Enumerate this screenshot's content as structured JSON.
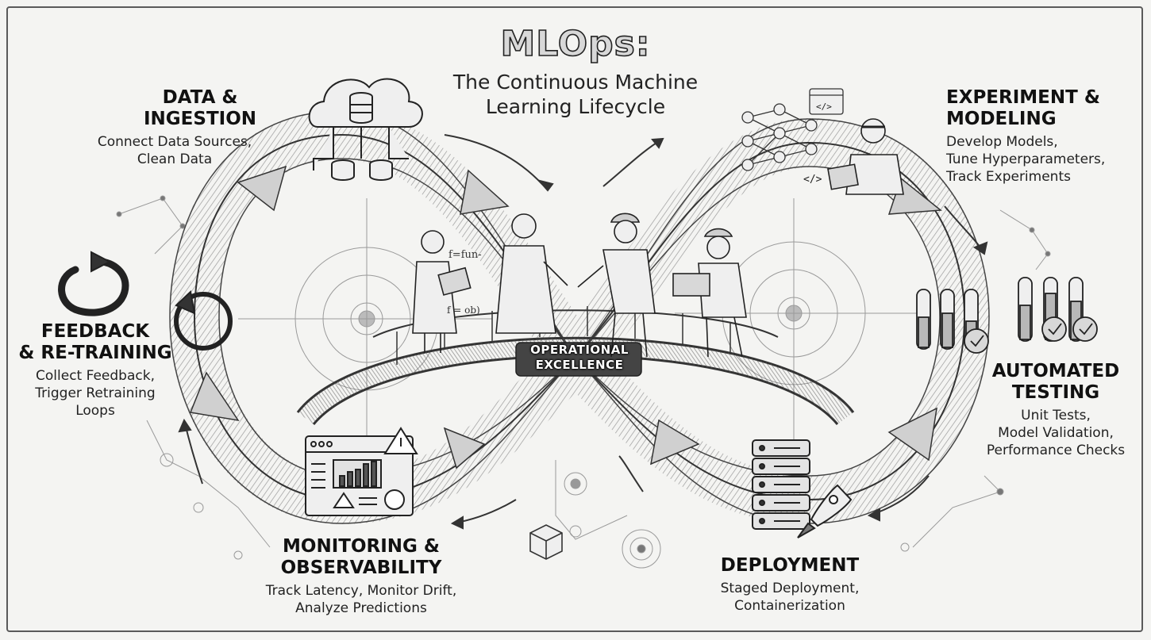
{
  "title": {
    "main": "MLOps:",
    "subtitle_line1": "The Continuous Machine",
    "subtitle_line2": "Learning Lifecycle"
  },
  "center_label": {
    "line1": "OPERATIONAL",
    "line2": "EXCELLENCE"
  },
  "stages": {
    "data_ingestion": {
      "title_line1": "DATA &",
      "title_line2": "INGESTION",
      "desc_line1": "Connect Data Sources,",
      "desc_line2": "Clean Data",
      "icon": "cloud-database-icon"
    },
    "experiment_modeling": {
      "title_line1": "EXPERIMENT &",
      "title_line2": "MODELING",
      "desc_line1": "Develop Models,",
      "desc_line2": "Tune Hyperparameters,",
      "desc_line3": "Track Experiments",
      "icon": "neural-network-icon"
    },
    "automated_testing": {
      "title_line1": "AUTOMATED",
      "title_line2": "TESTING",
      "desc_line1": "Unit Tests,",
      "desc_line2": "Model Validation,",
      "desc_line3": "Performance Checks",
      "icon": "test-tubes-icon"
    },
    "deployment": {
      "title_line1": "DEPLOYMENT",
      "desc_line1": "Staged Deployment,",
      "desc_line2": "Containerization",
      "icon": "server-rocket-icon"
    },
    "monitoring": {
      "title_line1": "MONITORING &",
      "title_line2": "OBSERVABILITY",
      "desc_line1": "Track Latency, Monitor Drift,",
      "desc_line2": "Analyze Predictions",
      "icon": "dashboard-icon"
    },
    "feedback": {
      "title_line1": "FEEDBACK",
      "title_line2": "& RE-TRAINING",
      "desc_line1": "Collect Feedback,",
      "desc_line2": "Trigger Retraining",
      "desc_line3": "Loops",
      "icon": "refresh-loop-icon"
    }
  },
  "sketch_text": {
    "formula1": "f=fun-",
    "formula2": "f = ob)"
  },
  "colors": {
    "background": "#f4f4f2",
    "ink": "#1e1e1e",
    "shading": "#8a8a8a",
    "light_shading": "#c8c8c8"
  }
}
